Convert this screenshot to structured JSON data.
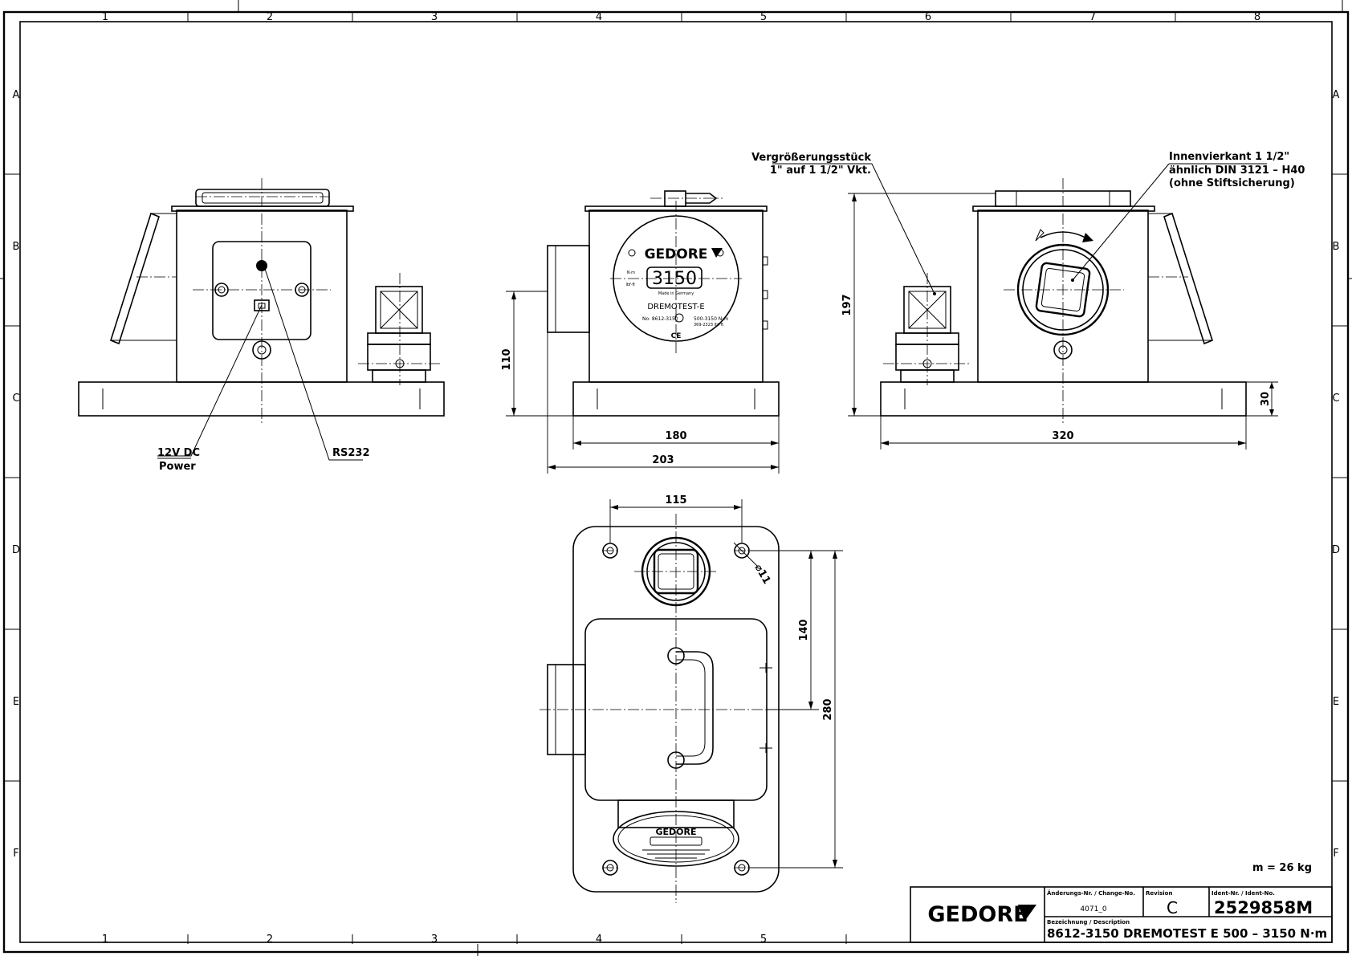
{
  "sheet": {
    "zone_columns": [
      "1",
      "2",
      "3",
      "4",
      "5",
      "6",
      "7",
      "8"
    ],
    "zone_rows": [
      "A",
      "B",
      "C",
      "D",
      "E",
      "F"
    ]
  },
  "callouts": {
    "power_line1": "12V DC",
    "power_line2": "Power",
    "rs232": "RS232",
    "extension_line1": "Vergrößerungsstück",
    "extension_line2": "1\" auf 1 1/2\" Vkt.",
    "socket_line1": "Innenvierkant 1 1/2\"",
    "socket_line2": "ähnlich DIN 3121 – H40",
    "socket_line3": "(ohne Stiftsicherung)"
  },
  "dimensions": {
    "d110": "110",
    "d180": "180",
    "d203": "203",
    "d197": "197",
    "d30": "30",
    "d320": "320",
    "d115": "115",
    "d140": "140",
    "d280": "280",
    "d_hole": "⌀11"
  },
  "device_face": {
    "brand": "GEDORE",
    "display": "3150",
    "unit_top": "N·m",
    "unit_bottom": "lbf·ft",
    "made_in": "Made in Germany",
    "model": "DREMOTEST-E",
    "serial_line": "No. 8612-3150",
    "range_line": "500-3150 N·m",
    "range_line2": "369-2323 lbf·ft",
    "ce_mark": "CE"
  },
  "mass": "m = 26 kg",
  "title_block": {
    "logo": "GEDORE",
    "change_header": "Änderungs-Nr. / Change-No.",
    "change_value": "4071_0",
    "revision_header": "Revision",
    "revision_value": "C",
    "ident_header": "Ident-Nr. / Ident-No.",
    "ident_value": "2529858M",
    "description_header": "Bezeichnung / Description",
    "description_value": "8612-3150 DREMOTEST E  500 – 3150 N·m"
  }
}
